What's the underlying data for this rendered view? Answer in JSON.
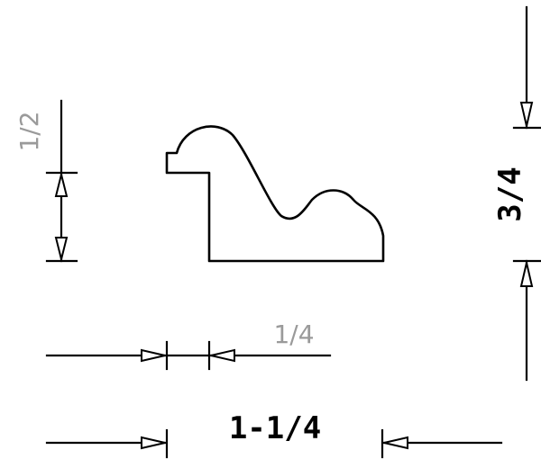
{
  "dimensions": {
    "half": "1/2",
    "quarter": "1/4",
    "three_quarter": "3/4",
    "overall_width": "1-1/4"
  }
}
